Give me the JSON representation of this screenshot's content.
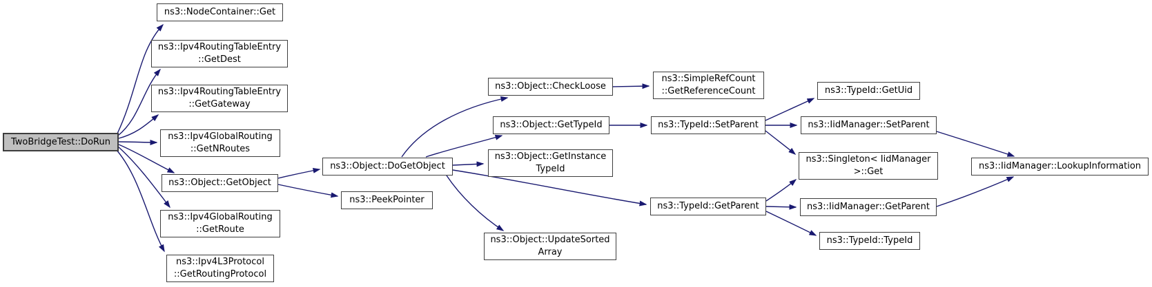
{
  "nodes": {
    "dorun": {
      "label": "TwoBridgeTest::DoRun"
    },
    "nodecontainer_get": {
      "label": "ns3::NodeContainer::Get"
    },
    "rte_getdest": {
      "label": "ns3::Ipv4RoutingTableEntry\n::GetDest"
    },
    "rte_getgateway": {
      "label": "ns3::Ipv4RoutingTableEntry\n::GetGateway"
    },
    "igr_getnroutes": {
      "label": "ns3::Ipv4GlobalRouting\n::GetNRoutes"
    },
    "obj_getobject": {
      "label": "ns3::Object::GetObject"
    },
    "igr_getroute": {
      "label": "ns3::Ipv4GlobalRouting\n::GetRoute"
    },
    "ipv4l3_getroutingprotocol": {
      "label": "ns3::Ipv4L3Protocol\n::GetRoutingProtocol"
    },
    "obj_dogetobject": {
      "label": "ns3::Object::DoGetObject"
    },
    "peekpointer": {
      "label": "ns3::PeekPointer"
    },
    "obj_checkloose": {
      "label": "ns3::Object::CheckLoose"
    },
    "src_getrefcount": {
      "label": "ns3::SimpleRefCount\n::GetReferenceCount"
    },
    "obj_gettypeid": {
      "label": "ns3::Object::GetTypeId"
    },
    "typeid_setparent": {
      "label": "ns3::TypeId::SetParent"
    },
    "obj_getinstancetypeid": {
      "label": "ns3::Object::GetInstance\nTypeId"
    },
    "obj_updatesortedarray": {
      "label": "ns3::Object::UpdateSorted\nArray"
    },
    "typeid_getuid": {
      "label": "ns3::TypeId::GetUid"
    },
    "iidm_setparent": {
      "label": "ns3::IidManager::SetParent"
    },
    "singleton_get": {
      "label": "ns3::Singleton< IidManager\n>::Get"
    },
    "typeid_getparent": {
      "label": "ns3::TypeId::GetParent"
    },
    "iidm_getparent": {
      "label": "ns3::IidManager::GetParent"
    },
    "typeid_typeid": {
      "label": "ns3::TypeId::TypeId"
    },
    "iidm_lookupinfo": {
      "label": "ns3::IidManager::LookupInformation"
    }
  },
  "edges": [
    {
      "from": "dorun",
      "to": "nodecontainer_get"
    },
    {
      "from": "dorun",
      "to": "rte_getdest"
    },
    {
      "from": "dorun",
      "to": "rte_getgateway"
    },
    {
      "from": "dorun",
      "to": "igr_getnroutes"
    },
    {
      "from": "dorun",
      "to": "obj_getobject"
    },
    {
      "from": "dorun",
      "to": "igr_getroute"
    },
    {
      "from": "dorun",
      "to": "ipv4l3_getroutingprotocol"
    },
    {
      "from": "obj_getobject",
      "to": "obj_dogetobject"
    },
    {
      "from": "obj_getobject",
      "to": "peekpointer"
    },
    {
      "from": "obj_dogetobject",
      "to": "obj_checkloose"
    },
    {
      "from": "obj_dogetobject",
      "to": "obj_gettypeid"
    },
    {
      "from": "obj_dogetobject",
      "to": "obj_getinstancetypeid"
    },
    {
      "from": "obj_dogetobject",
      "to": "obj_updatesortedarray"
    },
    {
      "from": "obj_dogetobject",
      "to": "typeid_getparent"
    },
    {
      "from": "obj_checkloose",
      "to": "src_getrefcount"
    },
    {
      "from": "obj_gettypeid",
      "to": "typeid_setparent"
    },
    {
      "from": "typeid_setparent",
      "to": "typeid_getuid"
    },
    {
      "from": "typeid_setparent",
      "to": "iidm_setparent"
    },
    {
      "from": "typeid_setparent",
      "to": "singleton_get"
    },
    {
      "from": "typeid_getparent",
      "to": "singleton_get"
    },
    {
      "from": "typeid_getparent",
      "to": "iidm_getparent"
    },
    {
      "from": "typeid_getparent",
      "to": "typeid_typeid"
    },
    {
      "from": "iidm_setparent",
      "to": "iidm_lookupinfo"
    },
    {
      "from": "iidm_getparent",
      "to": "iidm_lookupinfo"
    }
  ],
  "colors": {
    "edge": "#191970",
    "node-border": "#3d3d3d",
    "node-fill": "#ffffff",
    "current-node-fill": "#bfbfbf",
    "text": "#000000",
    "background": "#ffffff"
  }
}
